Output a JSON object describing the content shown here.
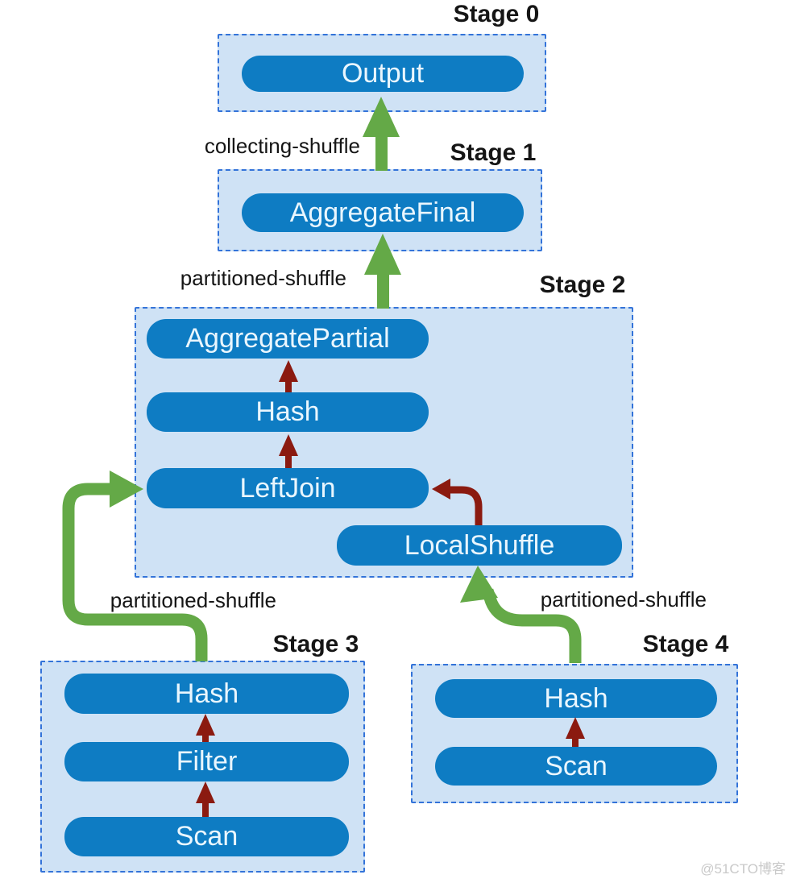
{
  "stages": [
    {
      "name": "Stage 0",
      "nodes": [
        {
          "label": "Output"
        }
      ]
    },
    {
      "name": "Stage 1",
      "nodes": [
        {
          "label": "AggregateFinal"
        }
      ]
    },
    {
      "name": "Stage 2",
      "nodes": [
        {
          "label": "AggregatePartial"
        },
        {
          "label": "Hash"
        },
        {
          "label": "LeftJoin"
        },
        {
          "label": "LocalShuffle"
        }
      ]
    },
    {
      "name": "Stage 3",
      "nodes": [
        {
          "label": "Hash"
        },
        {
          "label": "Filter"
        },
        {
          "label": "Scan"
        }
      ]
    },
    {
      "name": "Stage 4",
      "nodes": [
        {
          "label": "Hash"
        },
        {
          "label": "Scan"
        }
      ]
    }
  ],
  "edges": [
    {
      "label": "collecting-shuffle",
      "from": "Stage 1 / AggregateFinal",
      "to": "Stage 0 / Output"
    },
    {
      "label": "partitioned-shuffle",
      "from": "Stage 2 / AggregatePartial",
      "to": "Stage 1 / AggregateFinal"
    },
    {
      "label": "partitioned-shuffle",
      "from": "Stage 3 / Hash",
      "to": "Stage 2 / LeftJoin"
    },
    {
      "label": "partitioned-shuffle",
      "from": "Stage 4 / Hash",
      "to": "Stage 2 / LocalShuffle"
    }
  ],
  "internal_edges": [
    {
      "stage": "Stage 2",
      "from": "LeftJoin",
      "to": "Hash"
    },
    {
      "stage": "Stage 2",
      "from": "Hash",
      "to": "AggregatePartial"
    },
    {
      "stage": "Stage 2",
      "from": "LocalShuffle",
      "to": "LeftJoin"
    },
    {
      "stage": "Stage 3",
      "from": "Scan",
      "to": "Filter"
    },
    {
      "stage": "Stage 3",
      "from": "Filter",
      "to": "Hash"
    },
    {
      "stage": "Stage 4",
      "from": "Scan",
      "to": "Hash"
    }
  ],
  "colors": {
    "node_fill": "#0e7cc3",
    "node_text": "#e9f6fe",
    "stage_fill": "#cfe2f5",
    "stage_border": "#3373d9",
    "shuffle_arrow_green": "#64a947",
    "internal_arrow_red": "#8b1a10",
    "label_text": "#151515",
    "watermark_text": "#c9c9c9"
  },
  "watermark": "@51CTO博客"
}
